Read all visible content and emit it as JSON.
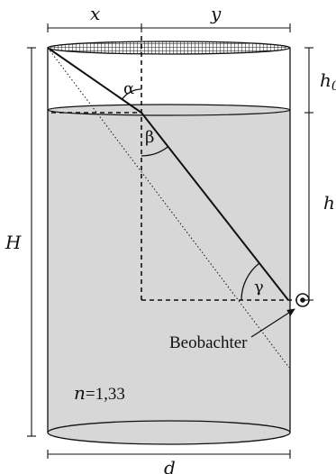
{
  "labels": {
    "x": "x",
    "y": "y",
    "H": "H",
    "h0_main": "h",
    "h0_sub": "0",
    "h": "h",
    "d": "d",
    "alpha": "α",
    "beta": "β",
    "gamma": "γ",
    "observer": "Beobachter",
    "n_var": "n",
    "n_value": "=1,33"
  },
  "colors": {
    "water": "#d7d7d7",
    "stroke": "#111111"
  }
}
